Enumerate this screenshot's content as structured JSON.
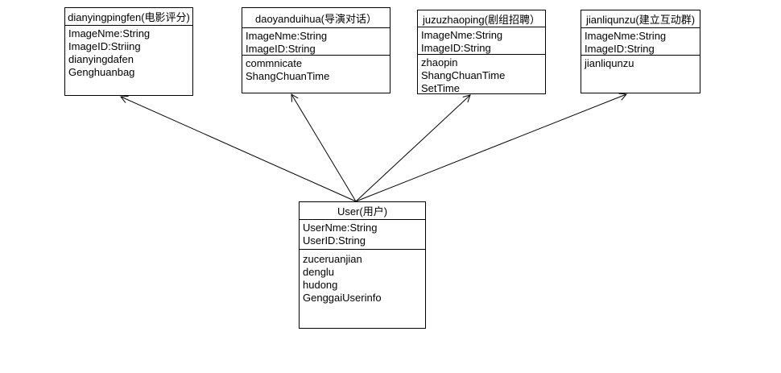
{
  "diagram": {
    "type": "uml-class-diagram",
    "background_color": "#ffffff",
    "line_color": "#000000",
    "text_color": "#000000"
  },
  "classes": [
    {
      "id": "dianyingpingfen",
      "title": "dianyingpingfen(电影评分)",
      "attributes": [
        "ImageNme:String",
        "ImageID:Striing",
        "dianyingdafen",
        "Genghuanbag"
      ],
      "methods": []
    },
    {
      "id": "daoyanduihua",
      "title": "daoyanduihua(导演对话）",
      "attributes": [
        "ImageNme:String",
        "ImageID:String"
      ],
      "methods": [
        "commnicate",
        "ShangChuanTime"
      ]
    },
    {
      "id": "juzuzhaoping",
      "title": "juzuzhaoping(剧组招聘）",
      "attributes": [
        "ImageNme:String",
        "ImageID:String"
      ],
      "methods": [
        "zhaopin",
        "ShangChuanTime",
        "SetTime"
      ]
    },
    {
      "id": "jianliqunzu",
      "title": "jianliqunzu(建立互动群)",
      "attributes": [
        "ImageNme:String",
        "ImageID:String"
      ],
      "methods": [
        "jianliqunzu"
      ]
    },
    {
      "id": "user",
      "title": "User(用户)",
      "attributes": [
        "UserNme:String",
        "UserID:String"
      ],
      "methods": [
        "zuceruanjian",
        "denglu",
        "hudong",
        "GenggaiUserinfo"
      ]
    }
  ],
  "relations": [
    {
      "from": "user",
      "to": "dianyingpingfen",
      "arrow": "open"
    },
    {
      "from": "user",
      "to": "daoyanduihua",
      "arrow": "open"
    },
    {
      "from": "user",
      "to": "juzuzhaoping",
      "arrow": "open"
    },
    {
      "from": "user",
      "to": "jianliqunzu",
      "arrow": "open"
    }
  ]
}
